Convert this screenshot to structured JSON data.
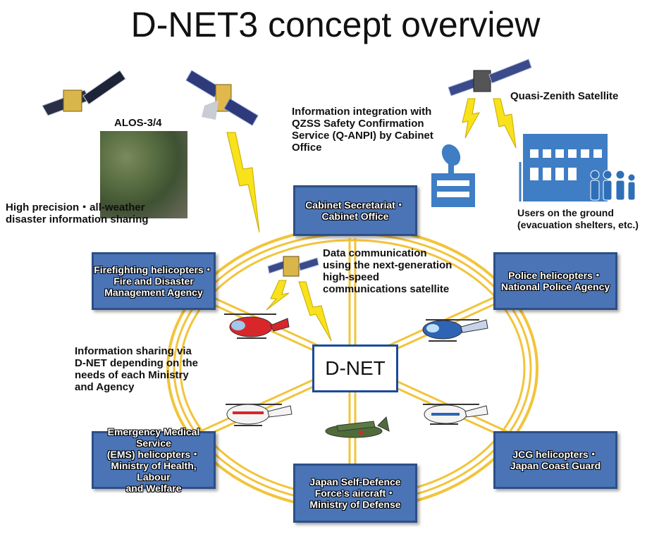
{
  "title": "D-NET3 concept overview",
  "hub": {
    "label": "D-NET"
  },
  "boxes": {
    "cabinet": "Cabinet Secretariat・\nCabinet Office",
    "firefighting": "Firefighting helicopters・\nFire and Disaster\nManagement Agency",
    "police": "Police helicopters・\nNational Police Agency",
    "ems": "Emergency Medical Service\n(EMS) helicopters・\nMinistry of Health, Labour\nand Welfare",
    "sdf": "Japan Self-Defence\nForce's aircraft・\nMinistry of Defense",
    "jcg": "JCG helicopters・\nJapan Coast Guard"
  },
  "labels": {
    "alos": "ALOS-3/4",
    "high_precision": "High precision・all-weather\ndisaster information sharing",
    "qzss_integration": "Information integration with\nQZSS Safety Confirmation\nService (Q-ANPI) by Cabinet\nOffice",
    "quasi_zenith": "Quasi-Zenith Satellite",
    "users_ground": "Users on the ground\n(evacuation shelters, etc.)",
    "data_comm": "Data communication\nusing the next-generation\nhigh-speed\ncommunications satellite",
    "info_sharing": "Information sharing via\nD-NET depending on the\nneeds of each Ministry\nand Agency"
  },
  "colors": {
    "box_fill": "#4a74b6",
    "box_border": "#2e4f86",
    "ring": "#f2c43a",
    "lightning": "#f7e21b",
    "building": "#3f7dc4",
    "people": "#2f6fb8"
  }
}
